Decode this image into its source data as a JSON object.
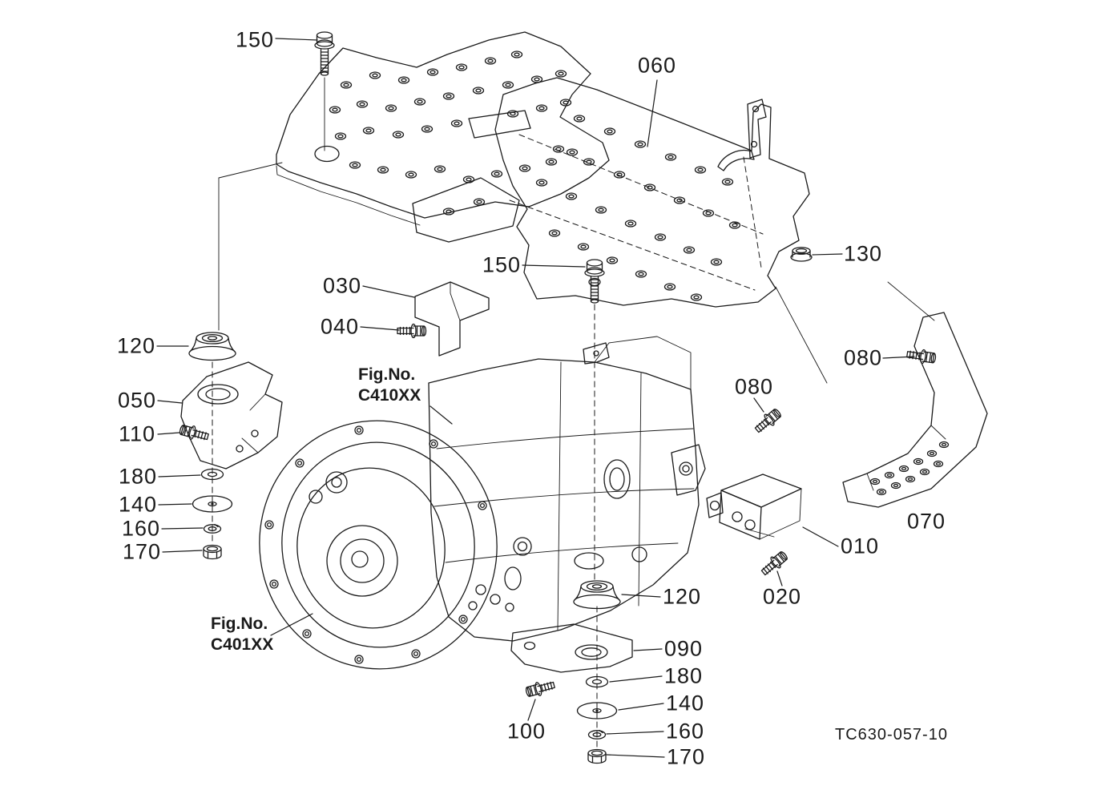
{
  "page": {
    "background_color": "#ffffff",
    "line_color": "#1a1a1a"
  },
  "diagram": {
    "drawing_code": "TC630-057-10",
    "fig_refs": [
      {
        "line1": "Fig.No.",
        "line2": "C410XX"
      },
      {
        "line1": "Fig.No.",
        "line2": "C401XX"
      }
    ],
    "callouts": [
      {
        "label": "150"
      },
      {
        "label": "060"
      },
      {
        "label": "130"
      },
      {
        "label": "030"
      },
      {
        "label": "040"
      },
      {
        "label": "150"
      },
      {
        "label": "120"
      },
      {
        "label": "050"
      },
      {
        "label": "110"
      },
      {
        "label": "180"
      },
      {
        "label": "140"
      },
      {
        "label": "160"
      },
      {
        "label": "170"
      },
      {
        "label": "080"
      },
      {
        "label": "080"
      },
      {
        "label": "070"
      },
      {
        "label": "010"
      },
      {
        "label": "020"
      },
      {
        "label": "120"
      },
      {
        "label": "090"
      },
      {
        "label": "180"
      },
      {
        "label": "140"
      },
      {
        "label": "160"
      },
      {
        "label": "170"
      },
      {
        "label": "100"
      }
    ]
  }
}
